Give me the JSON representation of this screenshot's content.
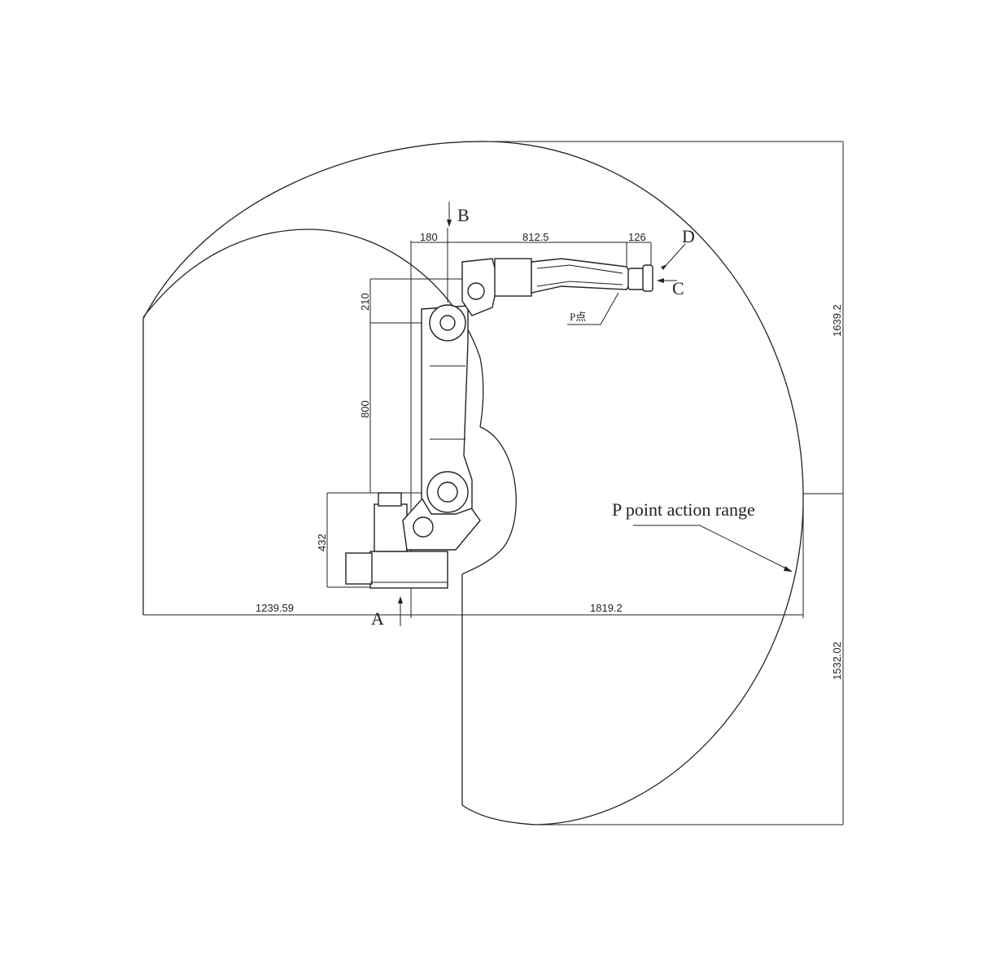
{
  "diagram": {
    "colors": {
      "line": "#222222",
      "background": "#ffffff"
    },
    "dimensions": {
      "d180": "180",
      "d812": "812.5",
      "d126": "126",
      "d210": "210",
      "d800": "800",
      "d432": "432",
      "d1239": "1239.59",
      "d1819": "1819.2",
      "d1639": "1639.2",
      "d1532": "1532.02"
    },
    "labels": {
      "a": "A",
      "b": "B",
      "c": "C",
      "d": "D",
      "p_point": "P点",
      "action_range": "P point action range"
    }
  }
}
